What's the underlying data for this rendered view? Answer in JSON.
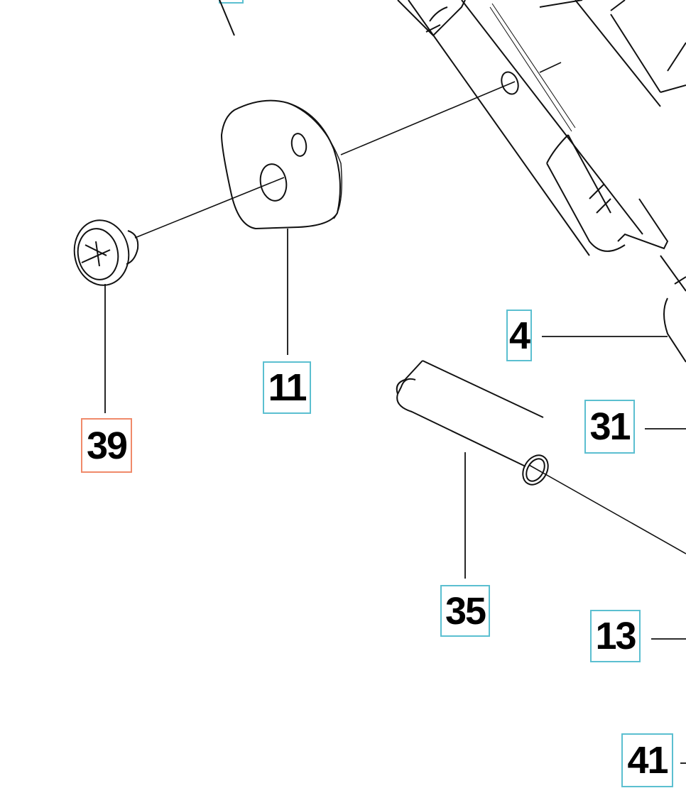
{
  "diagram": {
    "callouts": [
      {
        "id": "4",
        "label": "4"
      },
      {
        "id": "11",
        "label": "11"
      },
      {
        "id": "39",
        "label": "39",
        "highlighted": true
      },
      {
        "id": "31",
        "label": "31"
      },
      {
        "id": "35",
        "label": "35"
      },
      {
        "id": "13",
        "label": "13"
      },
      {
        "id": "41",
        "label": "41"
      }
    ],
    "colors": {
      "callout_border": "#5bbfd0",
      "highlight_border": "#f08a6a",
      "line": "#000000"
    }
  }
}
